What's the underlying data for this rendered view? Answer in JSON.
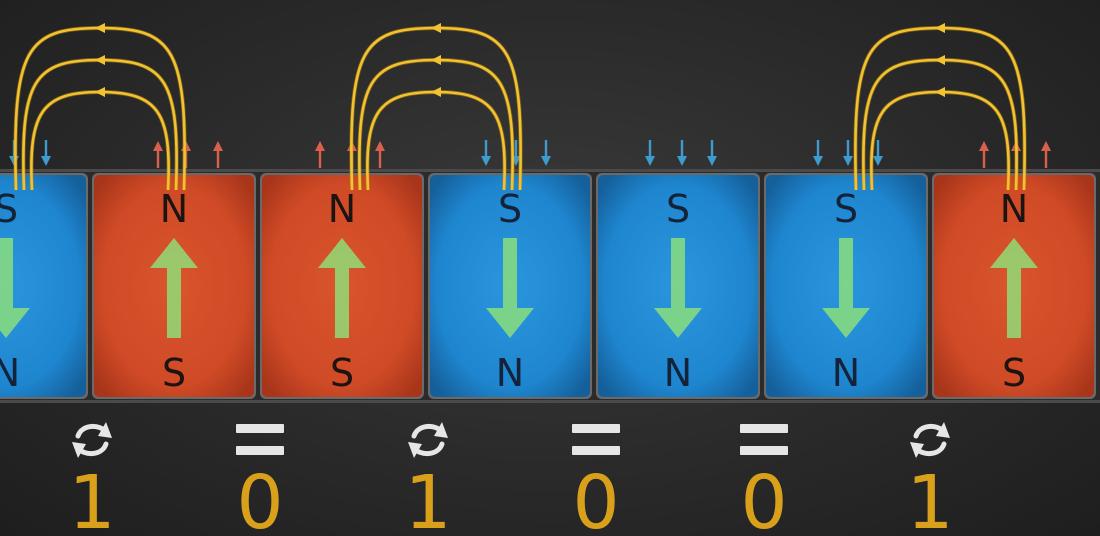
{
  "poles": {
    "north": "N",
    "south": "S"
  },
  "colors": {
    "magnet_up": "#cf4a26",
    "magnet_down": "#1e86cf",
    "arrow": "#8ee27a",
    "field_lines": "#f1c232",
    "digit": "#d9a01c",
    "operator": "#e6e6e6",
    "small_arrow_down": "#3e9bd0",
    "small_arrow_up": "#d9604d"
  },
  "magnets": [
    {
      "orientation": "down",
      "top_label": "S",
      "bottom_label": "N"
    },
    {
      "orientation": "up",
      "top_label": "N",
      "bottom_label": "S"
    },
    {
      "orientation": "up",
      "top_label": "N",
      "bottom_label": "S"
    },
    {
      "orientation": "down",
      "top_label": "S",
      "bottom_label": "N"
    },
    {
      "orientation": "down",
      "top_label": "S",
      "bottom_label": "N"
    },
    {
      "orientation": "down",
      "top_label": "S",
      "bottom_label": "N"
    },
    {
      "orientation": "up",
      "top_label": "N",
      "bottom_label": "S"
    }
  ],
  "transitions": [
    {
      "symbol": "swap-icon",
      "bit": "1"
    },
    {
      "symbol": "equals-icon",
      "bit": "0"
    },
    {
      "symbol": "swap-icon",
      "bit": "1"
    },
    {
      "symbol": "equals-icon",
      "bit": "0"
    },
    {
      "symbol": "equals-icon",
      "bit": "0"
    },
    {
      "symbol": "swap-icon",
      "bit": "1"
    }
  ]
}
